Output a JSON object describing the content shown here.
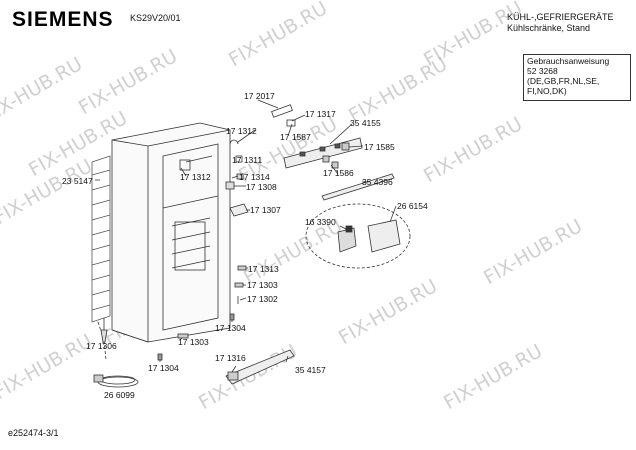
{
  "header": {
    "brand": "SIEMENS",
    "model": "KS29V20/01",
    "category_line1": "KÜHL-,GEFRIERGERÄTE",
    "category_line2": "Kühlschränke, Stand"
  },
  "infobox": {
    "line1": "Gebrauchsanweisung",
    "line2": "52 3268",
    "line3": "(DE,GB,FR,NL,SE,",
    "line4": "FI,NO,DK)"
  },
  "footer": {
    "ref": "e252474-3/1"
  },
  "watermark": "FIX-HUB.RU",
  "parts": [
    "17 2017",
    "17 1317",
    "17 1312",
    "17 1587",
    "35 4155",
    "17 1311",
    "17 1312",
    "17 1585",
    "23 5147",
    "17 1314",
    "17 1308",
    "17 1586",
    "35 4396",
    "17 1307",
    "26 6154",
    "16 3390",
    "17 1313",
    "17 1303",
    "17 1302",
    "17 1304",
    "17 1306",
    "17 1303",
    "17 1304",
    "17 1316",
    "35 4157",
    "26 6099"
  ]
}
